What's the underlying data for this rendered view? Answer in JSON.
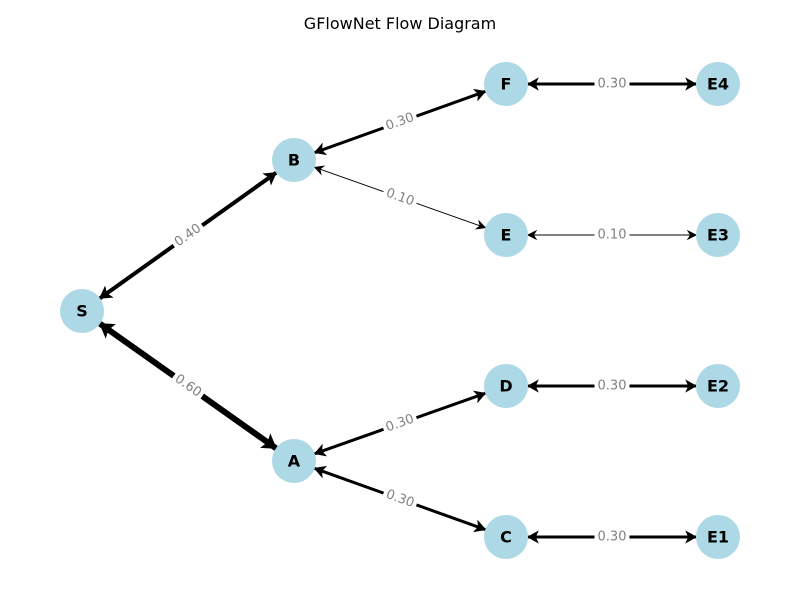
{
  "title": "GFlowNet Flow Diagram",
  "colors": {
    "node_fill": "#add8e6",
    "edge": "#000000",
    "edge_label": "#808080",
    "label_background": "#ffffff"
  },
  "nodes": [
    {
      "id": "S",
      "label": "S"
    },
    {
      "id": "A",
      "label": "A"
    },
    {
      "id": "B",
      "label": "B"
    },
    {
      "id": "C",
      "label": "C"
    },
    {
      "id": "D",
      "label": "D"
    },
    {
      "id": "E",
      "label": "E"
    },
    {
      "id": "F",
      "label": "F"
    },
    {
      "id": "E1",
      "label": "E1"
    },
    {
      "id": "E2",
      "label": "E2"
    },
    {
      "id": "E3",
      "label": "E3"
    },
    {
      "id": "E4",
      "label": "E4"
    }
  ],
  "edges": [
    {
      "source": "S",
      "target": "A",
      "flow": 0.6,
      "label": "0.60"
    },
    {
      "source": "S",
      "target": "B",
      "flow": 0.4,
      "label": "0.40"
    },
    {
      "source": "A",
      "target": "C",
      "flow": 0.3,
      "label": "0.30"
    },
    {
      "source": "A",
      "target": "D",
      "flow": 0.3,
      "label": "0.30"
    },
    {
      "source": "B",
      "target": "E",
      "flow": 0.1,
      "label": "0.10"
    },
    {
      "source": "B",
      "target": "F",
      "flow": 0.3,
      "label": "0.30"
    },
    {
      "source": "C",
      "target": "E1",
      "flow": 0.3,
      "label": "0.30"
    },
    {
      "source": "D",
      "target": "E2",
      "flow": 0.3,
      "label": "0.30"
    },
    {
      "source": "E",
      "target": "E3",
      "flow": 0.1,
      "label": "0.10"
    },
    {
      "source": "F",
      "target": "E4",
      "flow": 0.3,
      "label": "0.30"
    }
  ]
}
